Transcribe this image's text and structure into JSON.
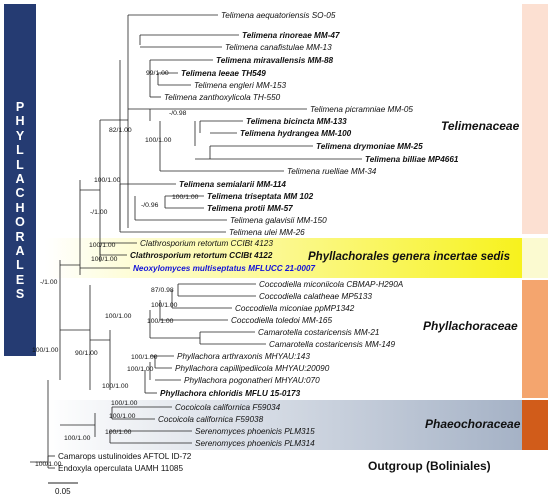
{
  "order": {
    "label": "PHYLLACHORALES"
  },
  "scale_bar": {
    "label": "0.05"
  },
  "families": [
    {
      "name": "Telimenaceae",
      "color": "#fce0d2"
    },
    {
      "name": "Phyllachorales genera incertae sedis",
      "color": "#fbf21a"
    },
    {
      "name": "Phyllachoraceae",
      "color": "#f4a56e"
    },
    {
      "name": "Phaeochoraceae",
      "color": "#d15c1a"
    },
    {
      "name": "Outgroup (Boliniales)",
      "color": "#ffffff"
    }
  ],
  "taxa": [
    {
      "label": "Telimena aequatoriensis SO-05",
      "bold": false,
      "blue": false
    },
    {
      "label": "Telimena rinoreae MM-47",
      "bold": true,
      "blue": false
    },
    {
      "label": "Telimena canafistulae MM-13",
      "bold": false,
      "blue": false
    },
    {
      "label": "Telimena miravallensis MM-88",
      "bold": true,
      "blue": false
    },
    {
      "label": "Telimena leeae TH549",
      "bold": true,
      "blue": false
    },
    {
      "label": "Telimena engleri MM-153",
      "bold": false,
      "blue": false
    },
    {
      "label": "Telimena zanthoxylicola TH-550",
      "bold": false,
      "blue": false
    },
    {
      "label": "Telimena picramniae MM-05",
      "bold": false,
      "blue": false
    },
    {
      "label": "Telimena bicincta MM-133",
      "bold": true,
      "blue": false
    },
    {
      "label": "Telimena hydrangea MM-100",
      "bold": true,
      "blue": false
    },
    {
      "label": "Telimena drymoniae MM-25",
      "bold": true,
      "blue": false
    },
    {
      "label": "Telimena billiae MP4661",
      "bold": true,
      "blue": false
    },
    {
      "label": "Telimena ruelliae MM-34",
      "bold": false,
      "blue": false
    },
    {
      "label": "Telimena semialarii MM-114",
      "bold": true,
      "blue": false
    },
    {
      "label": "Telimena triseptata MM 102",
      "bold": true,
      "blue": false
    },
    {
      "label": "Telimena protii MM-57",
      "bold": true,
      "blue": false
    },
    {
      "label": "Telimena galavisii MM-150",
      "bold": false,
      "blue": false
    },
    {
      "label": "Telimena ulei MM-26",
      "bold": false,
      "blue": false
    },
    {
      "label": "Clathrosporium retortum CCIBt 4123",
      "bold": false,
      "blue": false
    },
    {
      "label": "Clathrosporium retortum CCIBt 4122",
      "bold": true,
      "blue": false
    },
    {
      "label": "Neoxylomyces multiseptatus MFLUCC 21-0007",
      "bold": true,
      "blue": true
    },
    {
      "label": "Coccodiella miconiicola CBMAP-H290A",
      "bold": false,
      "blue": false
    },
    {
      "label": "Coccodiella calatheae MP5133",
      "bold": false,
      "blue": false
    },
    {
      "label": "Coccodiella miconiae ppMP1342",
      "bold": false,
      "blue": false
    },
    {
      "label": "Coccodiella toledoi MM-165",
      "bold": false,
      "blue": false
    },
    {
      "label": "Camarotella costaricensis MM-21",
      "bold": false,
      "blue": false
    },
    {
      "label": "Camarotella costaricensis MM-149",
      "bold": false,
      "blue": false
    },
    {
      "label": "Phyllachora arthraxonis MHYAU:143",
      "bold": false,
      "blue": false
    },
    {
      "label": "Phyllachora capillipediicola MHYAU:20090",
      "bold": false,
      "blue": false
    },
    {
      "label": "Phyllachora pogonatheri MHYAU:070",
      "bold": false,
      "blue": false
    },
    {
      "label": "Phyllachora chloridis MFLU 15-0173",
      "bold": true,
      "blue": false
    },
    {
      "label": "Cocoicola californica F59034",
      "bold": false,
      "blue": false
    },
    {
      "label": "Cocoicola californica F59038",
      "bold": false,
      "blue": false
    },
    {
      "label": "Serenomyces phoenicis PLM315",
      "bold": false,
      "blue": false
    },
    {
      "label": "Serenomyces phoenicis PLM314",
      "bold": false,
      "blue": false
    },
    {
      "label": "Camarops ustulinoides AFTOL ID-72",
      "bold": false,
      "blue": false
    },
    {
      "label": "Endoxyla operculata UAMH 11085",
      "bold": false,
      "blue": false
    }
  ],
  "support_values": [
    "99/1.00",
    "82/1.00",
    "100/1.00",
    "-/0.98",
    "100/1.00",
    "-/0.96",
    "100/1.00",
    "-/1.00",
    "100/1.00",
    "100/1.00",
    "87/0.98",
    "100/1.00",
    "100/1.00",
    "100/1.00",
    "90/1.00",
    "100/1.00",
    "100/1.00",
    "100/1.00",
    "-/1.00",
    "100/1.00",
    "100/1.00",
    "100/1.00",
    "100/1.00",
    "100/1.00",
    "100/1.00"
  ]
}
